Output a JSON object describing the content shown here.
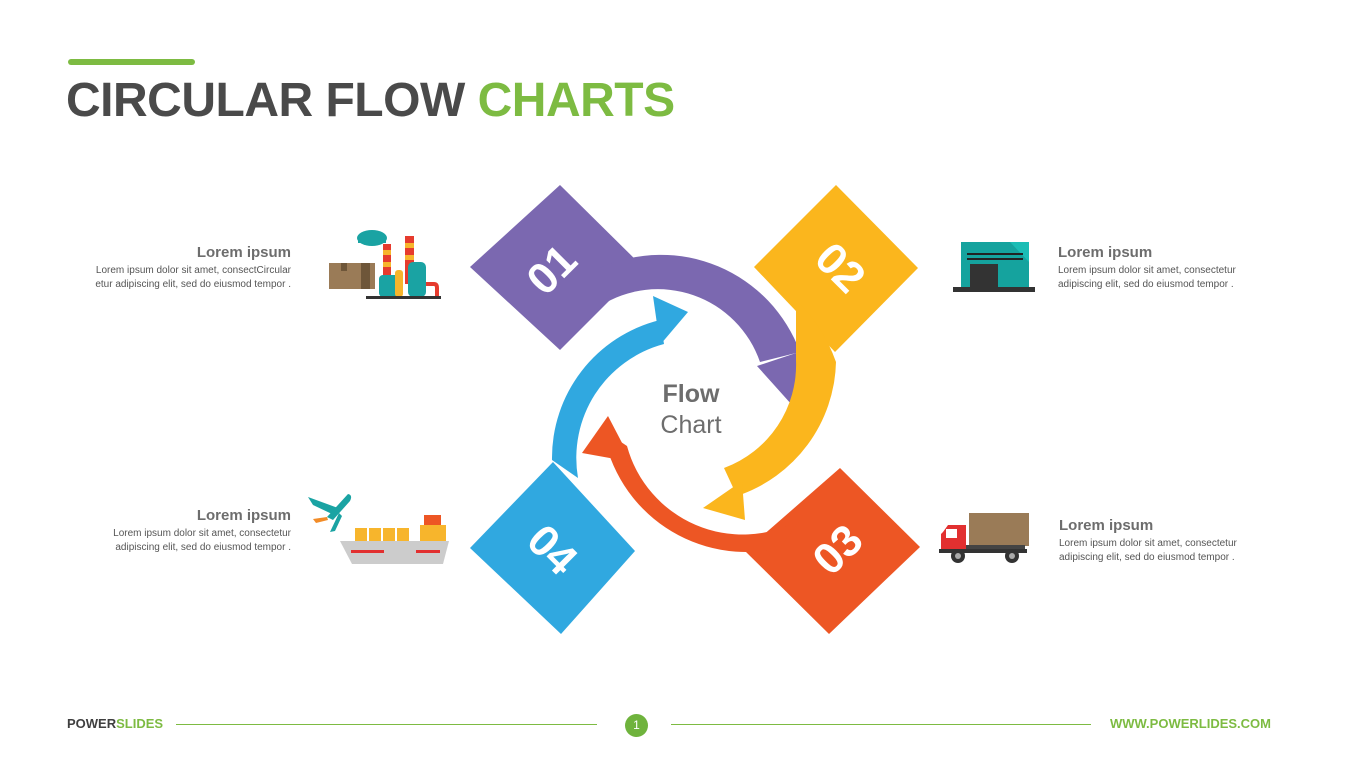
{
  "title": {
    "part1": "CIRCULAR FLOW",
    "part2": "CHARTS"
  },
  "center": {
    "line1": "Flow",
    "line2": "Chart"
  },
  "steps": [
    {
      "number": "01",
      "color": "#7b68b0"
    },
    {
      "number": "02",
      "color": "#fbb61d"
    },
    {
      "number": "03",
      "color": "#ed5624"
    },
    {
      "number": "04",
      "color": "#30a8e0"
    }
  ],
  "blocks": [
    {
      "heading": "Lorem ipsum",
      "line1": "Lorem ipsum dolor sit amet, consectCircular",
      "line2": "etur adipiscing elit, sed do eiusmod tempor ."
    },
    {
      "heading": "Lorem ipsum",
      "line1": "Lorem ipsum dolor sit amet, consectetur",
      "line2": "adipiscing elit, sed do eiusmod tempor ."
    },
    {
      "heading": "Lorem ipsum",
      "line1": "Lorem ipsum dolor sit amet, consectetur",
      "line2": "adipiscing elit, sed do eiusmod tempor ."
    },
    {
      "heading": "Lorem ipsum",
      "line1": "Lorem ipsum dolor sit amet, consectetur",
      "line2": "adipiscing elit, sed do eiusmod tempor ."
    }
  ],
  "icons": [
    "factory-icon",
    "warehouse-icon",
    "truck-icon",
    "cargo-ship-icon",
    "airplane-icon"
  ],
  "footer": {
    "brand1": "POWER",
    "brand2": "SLIDES",
    "page": "1",
    "url": "WWW.POWERLIDES.COM"
  },
  "colors": {
    "accent": "#7dbb42",
    "title_dark": "#4a4a4a"
  }
}
